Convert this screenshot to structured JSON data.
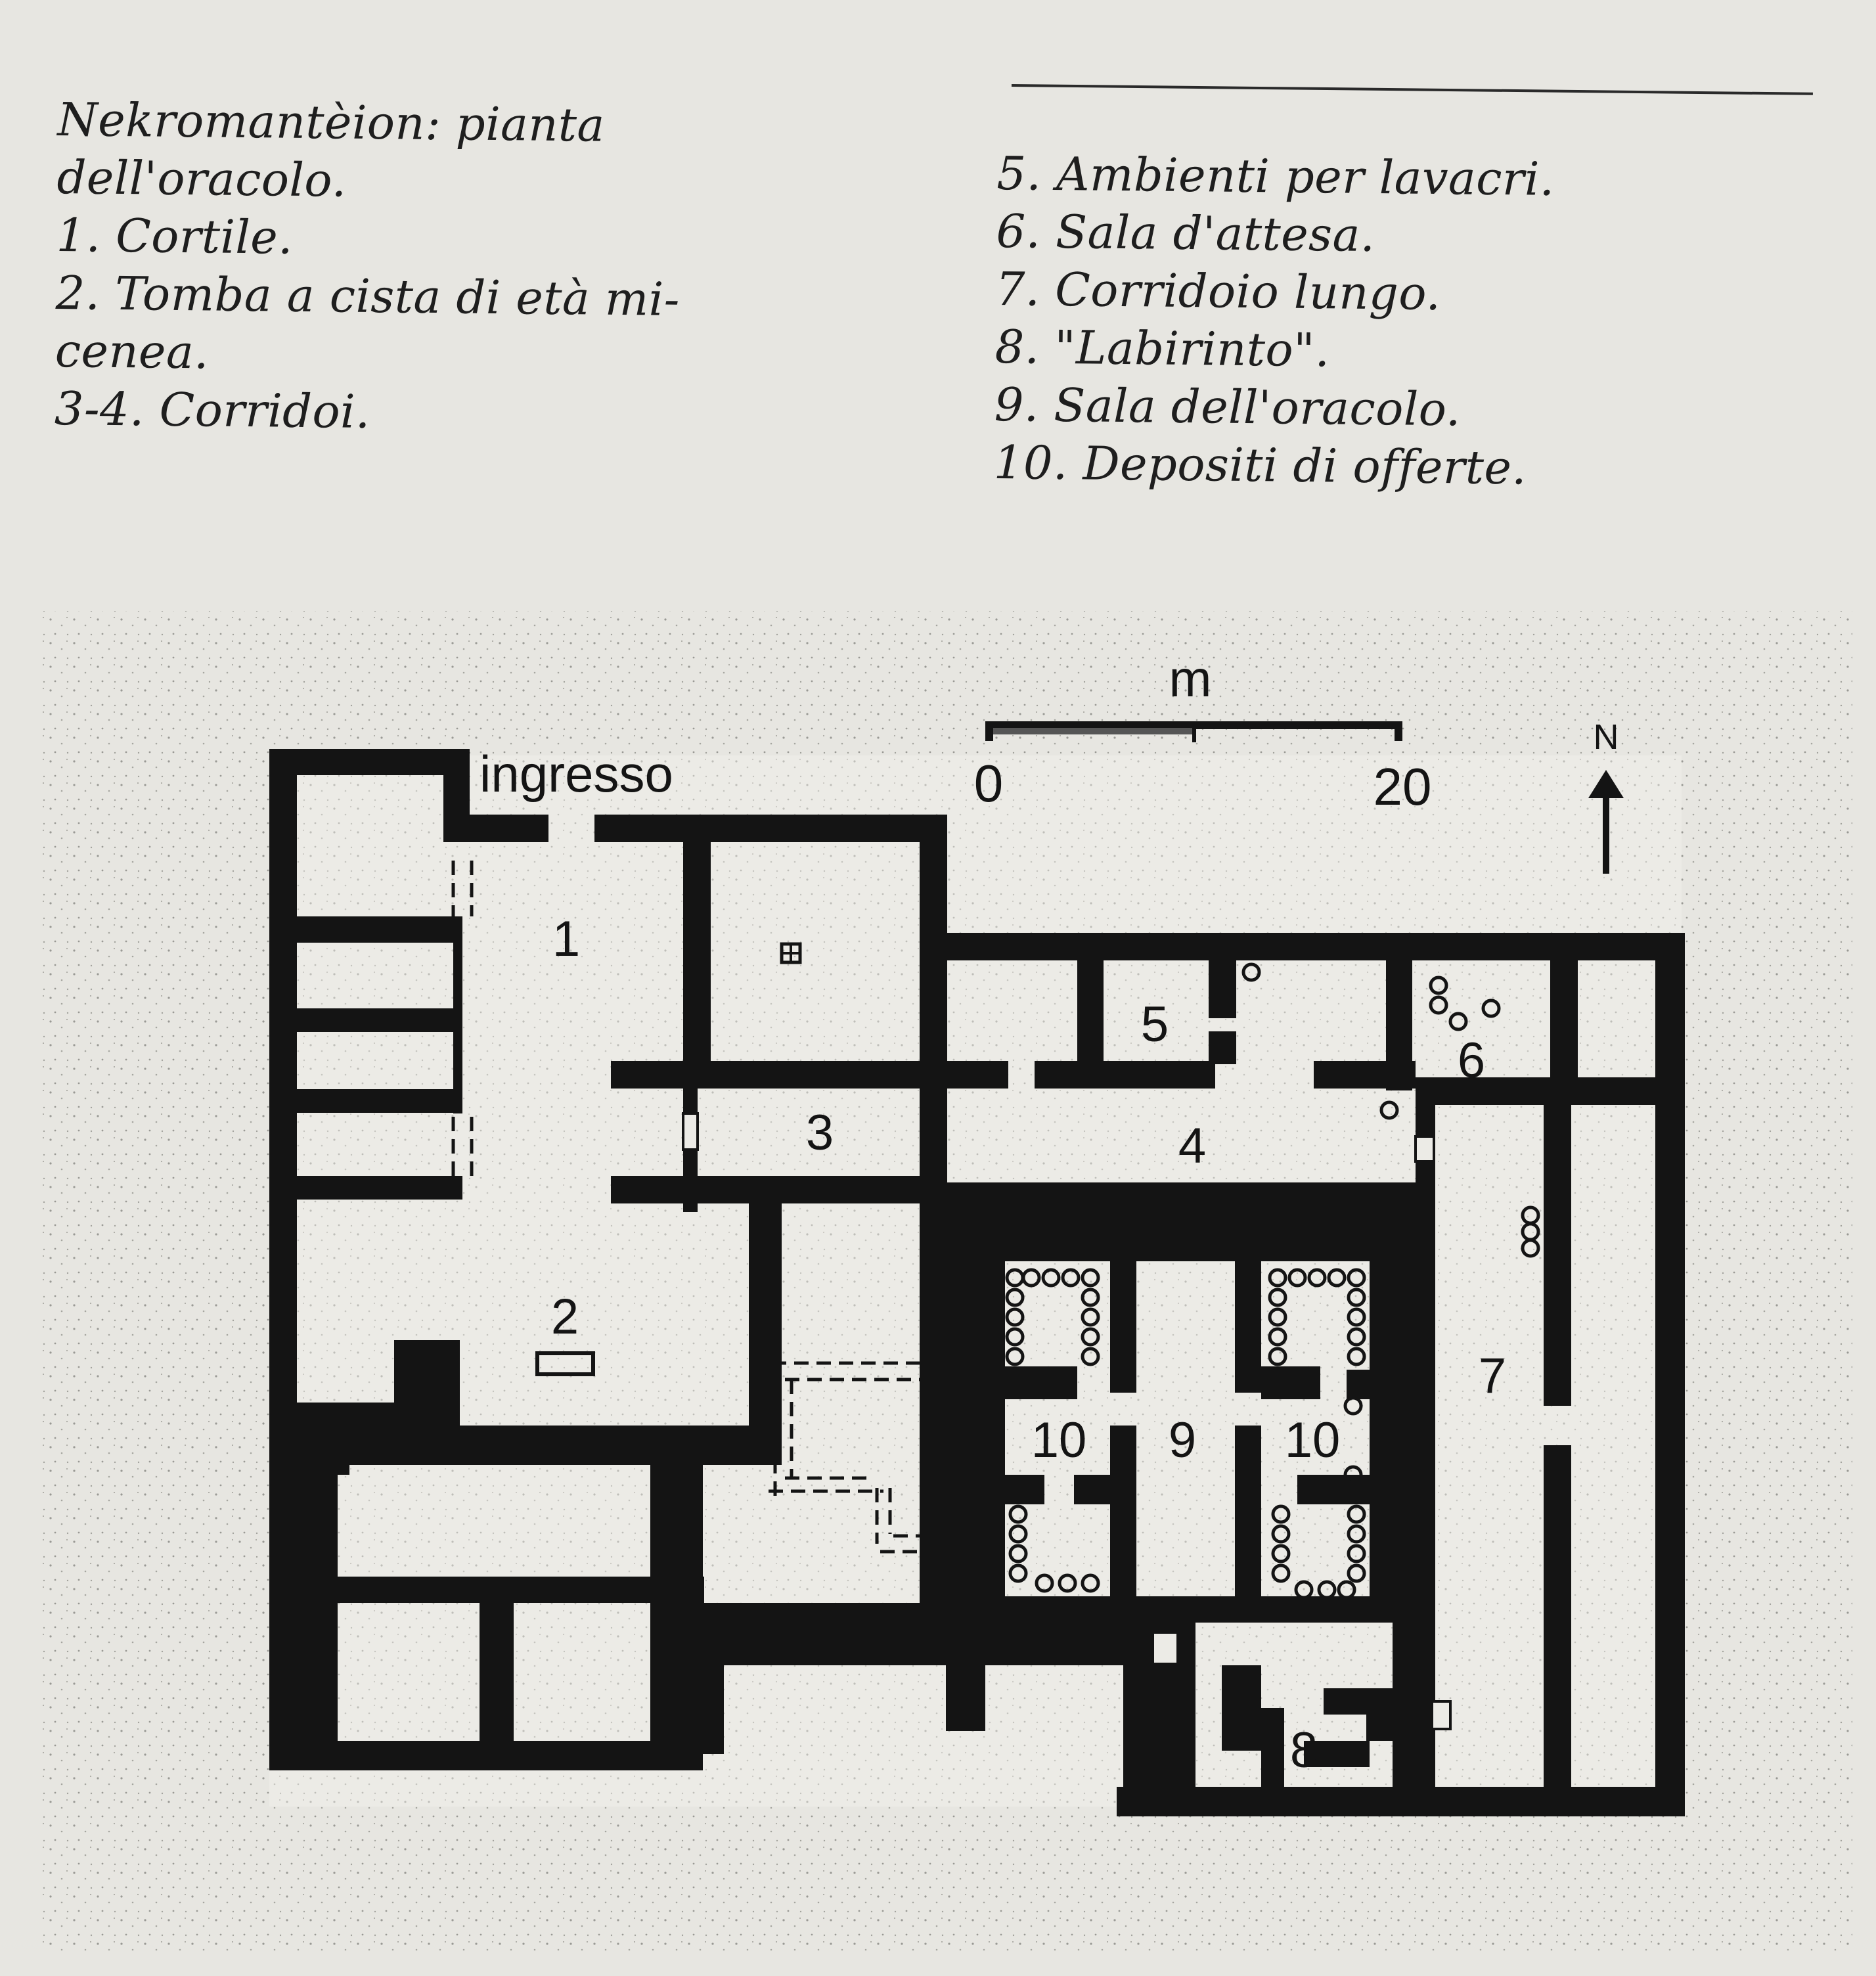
{
  "caption_left": [
    "Nekromantèion: pianta",
    "dell'oracolo.",
    "1. Cortile.",
    "2. Tomba a cista di età mi-",
    "cenea.",
    "3-4. Corridoi."
  ],
  "caption_right": [
    "5. Ambienti per lavacri.",
    "6. Sala d'attesa.",
    "7. Corridoio lungo.",
    "8. \"Labirinto\".",
    "9. Sala dell'oracolo.",
    "10. Depositi di offerte."
  ],
  "plan": {
    "entrance_label": "ingresso",
    "scale": {
      "unit": "m",
      "start": "0",
      "end": "20"
    },
    "north": "N",
    "rooms": {
      "r1": "1",
      "r2": "2",
      "r3": "3",
      "r4": "4",
      "r5": "5",
      "r6": "6",
      "r7": "7",
      "r8": "8",
      "r9": "9",
      "r10a": "10",
      "r10b": "10"
    }
  },
  "colors": {
    "paper": "#e7e6e1",
    "ink": "#141414"
  }
}
